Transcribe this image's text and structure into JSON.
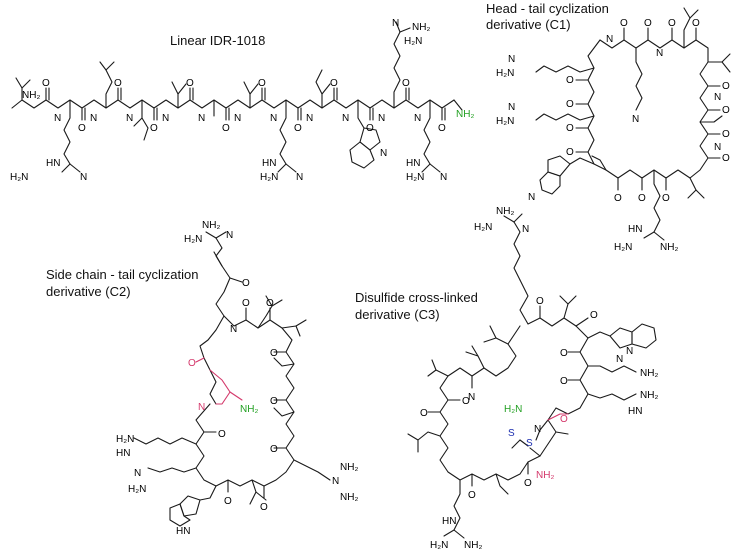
{
  "titles": {
    "linear": "Linear IDR-1018",
    "c1_line1": "Head - tail cyclization",
    "c1_line2": "derivative (C1)",
    "c2_line1": "Side chain - tail cyclization",
    "c2_line2": "derivative (C2)",
    "c3_line1": "Disulfide cross-linked",
    "c3_line2": "derivative (C3)"
  },
  "atoms": {
    "nh": "N",
    "h": "H",
    "o": "O",
    "nh2": "NH₂",
    "h2n": "H₂N",
    "hn": "HN",
    "s": "S"
  },
  "colors": {
    "bonds": "#1a1a1a",
    "terminal_amide": "#22a022",
    "linker": "#d4386b",
    "disulfide": "#1d2fb0"
  }
}
